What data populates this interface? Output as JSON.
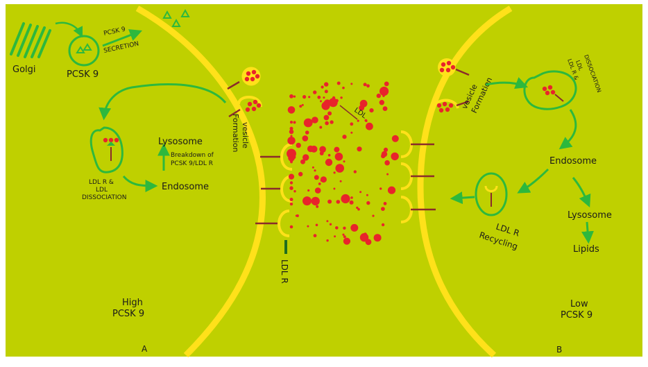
{
  "colors": {
    "background": "#bfd000",
    "membrane": "#ffe11a",
    "arrow": "#2db83d",
    "particle": "#e8242b",
    "receptor_stalk": "#8a2b2b",
    "text": "#1a1a1a"
  },
  "labels": {
    "golgi": "Golgi",
    "pcsk9": "PCSK 9",
    "pcsk9_arrow": "PCSK 9",
    "secretion": "SECRETION",
    "vesicle_left_1": "vesicle",
    "vesicle_left_2": "Formation",
    "lysosome_left": "Lysosome",
    "breakdown_1": "Breakdown of",
    "breakdown_2": "PCSK 9/LDL R",
    "dissoc_left_1": "LDL R &",
    "dissoc_left_2": "LDL",
    "dissoc_left_3": "DISSOCIATION",
    "endosome_left": "Endosome",
    "ldl": "LDL",
    "ldlr": "LDL R",
    "high_1": "High",
    "high_2": "PCSK 9",
    "panel_a": "A",
    "vesicle_right_1": "vesicle",
    "vesicle_right_2": "Formation",
    "dissoc_right_1": "LDL R &",
    "dissoc_right_2": "LDL",
    "dissoc_right_3": "DISSOCIATION",
    "endosome_right": "Endosome",
    "lysosome_right": "Lysosome",
    "lipids": "Lipids",
    "recycling_1": "LDL R",
    "recycling_2": "Recycling",
    "low_1": "Low",
    "low_2": "PCSK 9",
    "panel_b": "B"
  }
}
